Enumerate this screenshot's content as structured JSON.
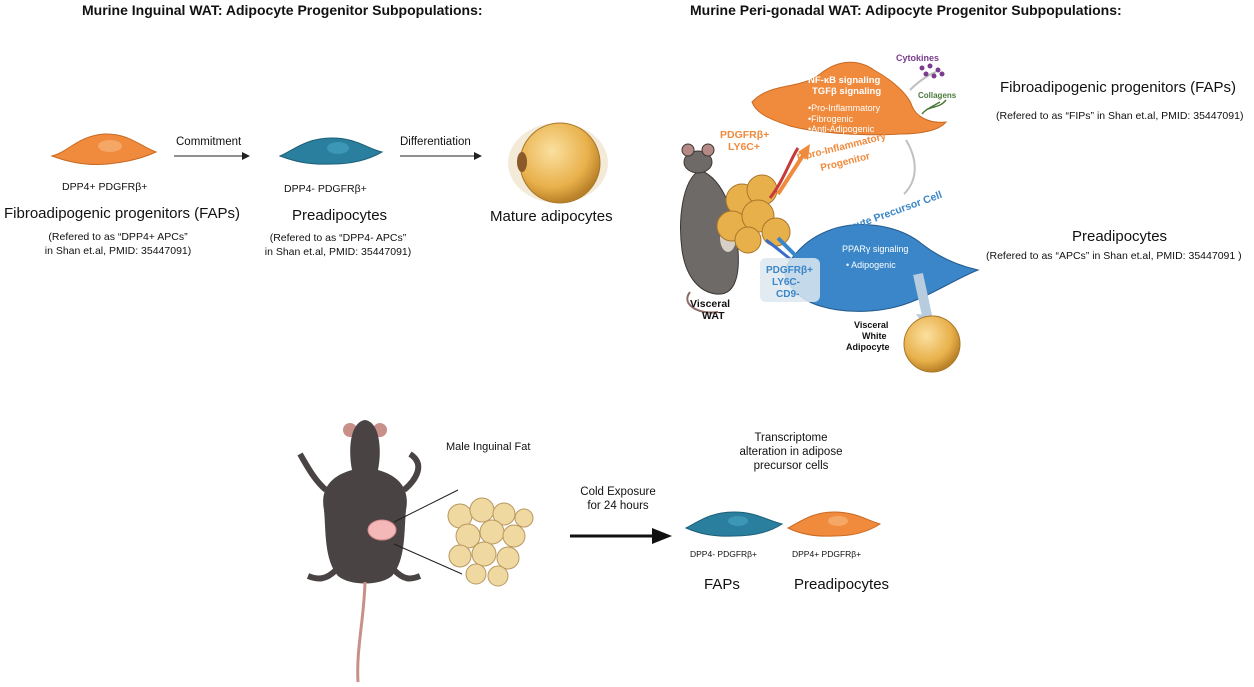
{
  "left_panel": {
    "title": "Murine Inguinal WAT: Adipocyte Progenitor Subpopulations:",
    "arrow1_label": "Commitment",
    "arrow2_label": "Differentiation",
    "cell1": {
      "marker": "DPP4+ PDGFRβ+",
      "name": "Fibroadipogenic progenitors (FAPs)",
      "note1": "(Refered to as “DPP4+ APCs”",
      "note2": "in Shan et.al, PMID: 35447091)"
    },
    "cell2": {
      "marker": "DPP4- PDGFRβ+",
      "name": "Preadipocytes",
      "note1": "(Refered to as “DPP4- APCs”",
      "note2": "in Shan et.al, PMID: 35447091)"
    },
    "cell3": {
      "name": "Mature adipocytes"
    }
  },
  "right_panel": {
    "title": "Murine Peri-gonadal WAT: Adipocyte Progenitor Subpopulations:",
    "cytokines": "Cytokines",
    "collagens": "Collagens",
    "fip_sig1": "NF-κB signaling",
    "fip_sig2": "TGFβ signaling",
    "fip_b1": "•Pro-Inflammatory",
    "fip_b2": "•Fibrogenic",
    "fip_b3": "•Anti-Adipogenic",
    "fip_marker1": "PDGFRβ+",
    "fip_marker2": "LY6C+",
    "fip_arc1": "Fibro-Inflammatory",
    "fip_arc2": "Progenitor",
    "apc_arc": "Adipocyte Precursor Cell",
    "apc_sig": "PPARγ signaling",
    "apc_b1": "• Adipogenic",
    "apc_marker1": "PDGFRβ+",
    "apc_marker2": "LY6C-",
    "apc_marker3": "CD9-",
    "visceral1": "Visceral",
    "visceral2": "WAT",
    "vwa1": "Visceral",
    "vwa2": "White",
    "vwa3": "Adipocyte",
    "fap_name": "Fibroadipogenic progenitors (FAPs)",
    "fap_note": "(Refered to as “FIPs” in Shan et.al, PMID: 35447091)",
    "pre_name": "Preadipocytes",
    "pre_note": "(Refered to as “APCs” in Shan et.al, PMID: 35447091 )"
  },
  "bottom_panel": {
    "fat_label": "Male Inguinal Fat",
    "cold1": "Cold Exposure",
    "cold2": "for 24 hours",
    "trans1": "Transcriptome",
    "trans2": "alteration in adipose",
    "trans3": "precursor cells",
    "cell_a_marker": "DPP4- PDGFRβ+",
    "cell_b_marker": "DPP4+ PDGFRβ+",
    "cell_a_name": "FAPs",
    "cell_b_name": "Preadipocytes"
  },
  "colors": {
    "fap_orange": "#f08a3c",
    "preadipocyte_teal": "#2a7f9e",
    "adipocyte_gold": "#e8b04a",
    "apc_blue": "#3a86c8",
    "mouse_dark": "#4a4343"
  }
}
